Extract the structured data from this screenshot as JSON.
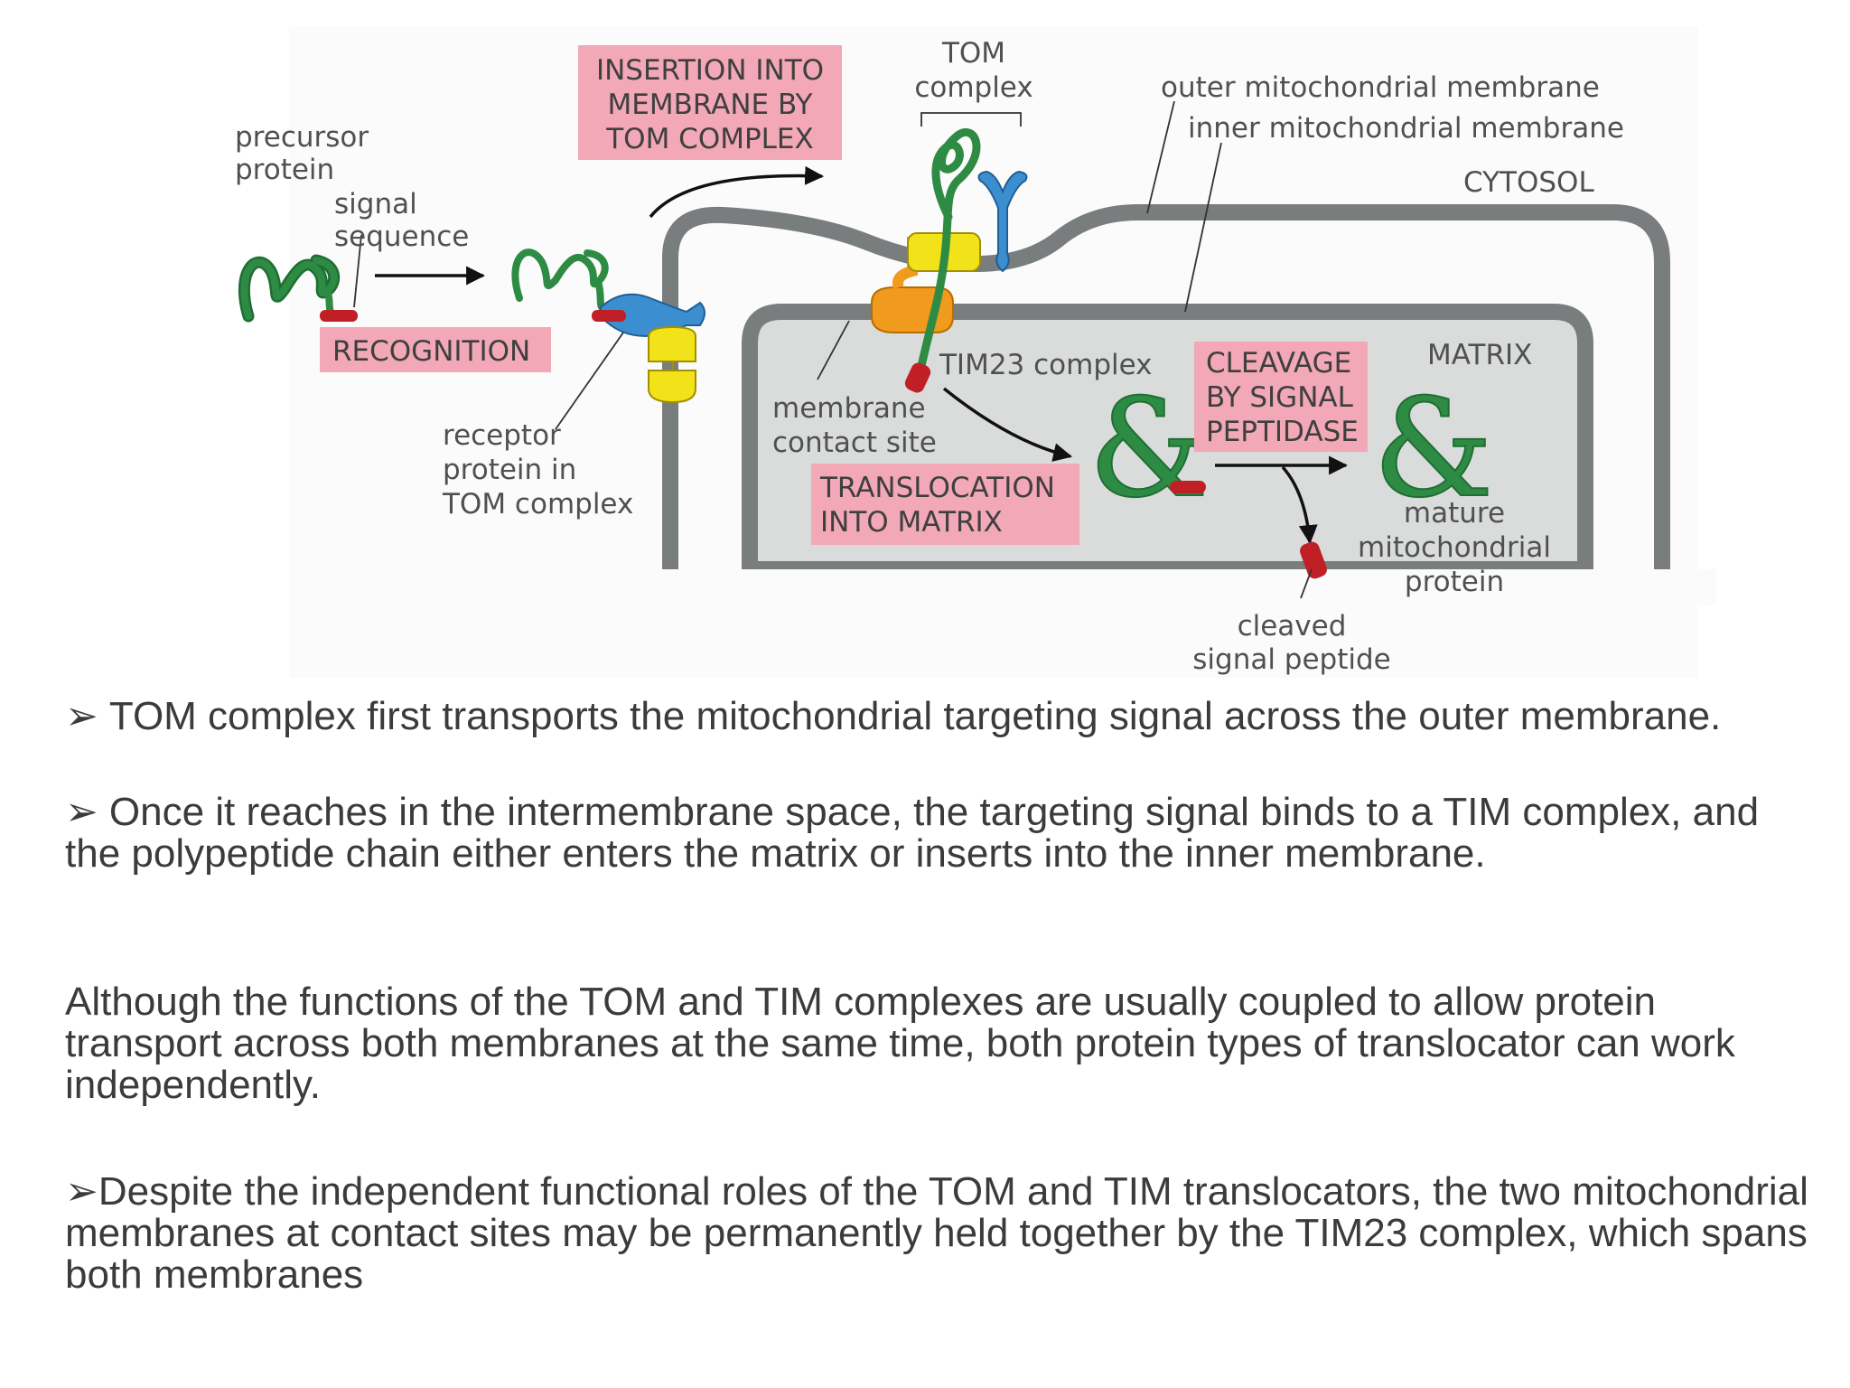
{
  "diagram": {
    "labels": {
      "precursor_protein_1": "precursor",
      "precursor_protein_2": "protein",
      "signal_sequence_1": "signal",
      "signal_sequence_2": "sequence",
      "recognition": "RECOGNITION",
      "receptor_1": "receptor",
      "receptor_2": "protein in",
      "receptor_3": "TOM complex",
      "insertion_1": "INSERTION INTO",
      "insertion_2": "MEMBRANE BY",
      "insertion_3": "TOM COMPLEX",
      "tom_complex_1": "TOM",
      "tom_complex_2": "complex",
      "outer_membrane": "outer mitochondrial membrane",
      "inner_membrane": "inner mitochondrial membrane",
      "cytosol": "CYTOSOL",
      "matrix": "MATRIX",
      "tim23": "TIM23 complex",
      "contact_site_1": "membrane",
      "contact_site_2": "contact site",
      "translocation_1": "TRANSLOCATION",
      "translocation_2": "INTO MATRIX",
      "cleavage_1": "CLEAVAGE",
      "cleavage_2": "BY SIGNAL",
      "cleavage_3": "PEPTIDASE",
      "mature_1": "mature",
      "mature_2": "mitochondrial",
      "mature_3": "protein",
      "cleaved_1": "cleaved",
      "cleaved_2": "signal peptide"
    },
    "colors": {
      "membrane": "#7a7d7d",
      "matrix_fill": "#d9dcda",
      "protein": "#2e8b44",
      "signal": "#c01f26",
      "receptor": "#3b8fd0",
      "tom_channel": "#f2e21a",
      "tim23": "#f09a1e",
      "label_box": "#f2a8b6"
    }
  },
  "text": {
    "bullet_1": "TOM complex first transports the mitochondrial targeting signal across the outer membrane.",
    "bullet_2": "Once it reaches in the intermembrane space, the targeting signal binds to a TIM complex, and the polypeptide chain either enters the matrix or inserts into the inner membrane.",
    "paragraph": "Although the functions of the TOM and TIM complexes are usually coupled to allow protein transport across both membranes at the same time, both protein types of translocator can work independently.",
    "bullet_3": "Despite the independent functional roles of the TOM and TIM translocators, the two mitochondrial membranes at contact sites may be permanently held together by the TIM23 complex, which spans both membranes",
    "bullet_symbol_spaced": "➢",
    "bullet_symbol_tight": "➢"
  }
}
